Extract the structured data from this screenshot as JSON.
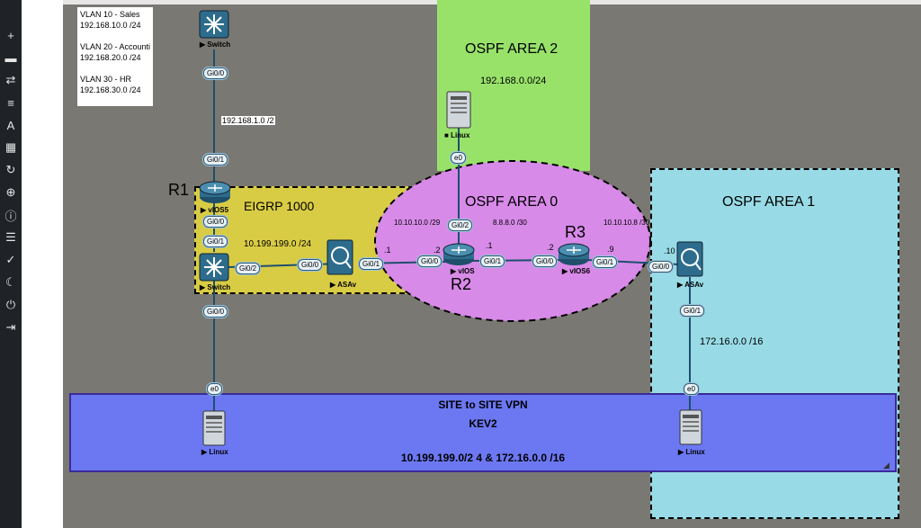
{
  "sidebar": {
    "icons": [
      "plus-icon",
      "drive-icon",
      "swap-icon",
      "align-left-icon",
      "text-icon",
      "grid-icon",
      "refresh-icon",
      "zoom-icon",
      "info-icon",
      "list-icon",
      "check-circle-icon",
      "moon-icon",
      "power-icon",
      "logout-icon"
    ]
  },
  "areas": {
    "ospf2": {
      "title": "OSPF AREA 2",
      "subnet": "192.168.0.0/24",
      "color": "#98e26a"
    },
    "ospf0": {
      "title": "OSPF AREA 0",
      "color": "#d78ae8"
    },
    "ospf1": {
      "title": "OSPF AREA 1",
      "color": "#98dbe6"
    },
    "eigrp": {
      "title": "EIGRP 1000",
      "subnet": "10.199.199.0 /24",
      "color": "#d9cc45"
    },
    "vpn": {
      "title": "SITE to SITE VPN",
      "subtitle": "KEV2",
      "subnet": "10.199.199.0/2 4 & 172.16.0.0 /16",
      "color": "#6c78f2"
    }
  },
  "vlans": [
    "VLAN 10 - Sales",
    "192.168.10.0 /24",
    "",
    "VLAN 20 - Accounti",
    "192.168.20.0 /24",
    "",
    "VLAN 30 - HR",
    "192.168.30.0 /24"
  ],
  "subnets": {
    "r1_top": "192.168.1.0 /2",
    "link1": "10.10.10.0 /29",
    "link2": "8.8.8.0 /30",
    "link3": "10.10.10.8 /30",
    "area1": "172.16.0.0 /16"
  },
  "octets": {
    "o1": ".1",
    "o2": ".2",
    "o3": ".1",
    "o4": ".2",
    "o5": ".9",
    "o6": ".10"
  },
  "routers": {
    "r1": "R1",
    "r2": "R2",
    "r3": "R3"
  },
  "devices": {
    "switch_top": "Switch",
    "r1": "vIOS5",
    "switch2": "Switch",
    "asav1": "ASAv",
    "r2": "vIOS",
    "r3": "vIOS6",
    "asav2": "ASAv",
    "linux_top": "Linux",
    "linux_left": "Linux",
    "linux_right": "Linux"
  },
  "ports": {
    "p1": "Gi0/0",
    "p2": "Gi0/1",
    "p3": "Gi0/0",
    "p4": "Gi0/1",
    "p5": "Gi0/2",
    "p6": "Gi0/0",
    "p7": "Gi0/0",
    "p8": "Gi0/1",
    "p9": "Gi0/0",
    "p10": "Gi0/2",
    "p11": "e0",
    "p12": "Gi0/1",
    "p13": "Gi0/0",
    "p14": "Gi0/1",
    "p15": "Gi0/0",
    "p16": "Gi0/1",
    "p17": "e0",
    "p18": "e0"
  }
}
